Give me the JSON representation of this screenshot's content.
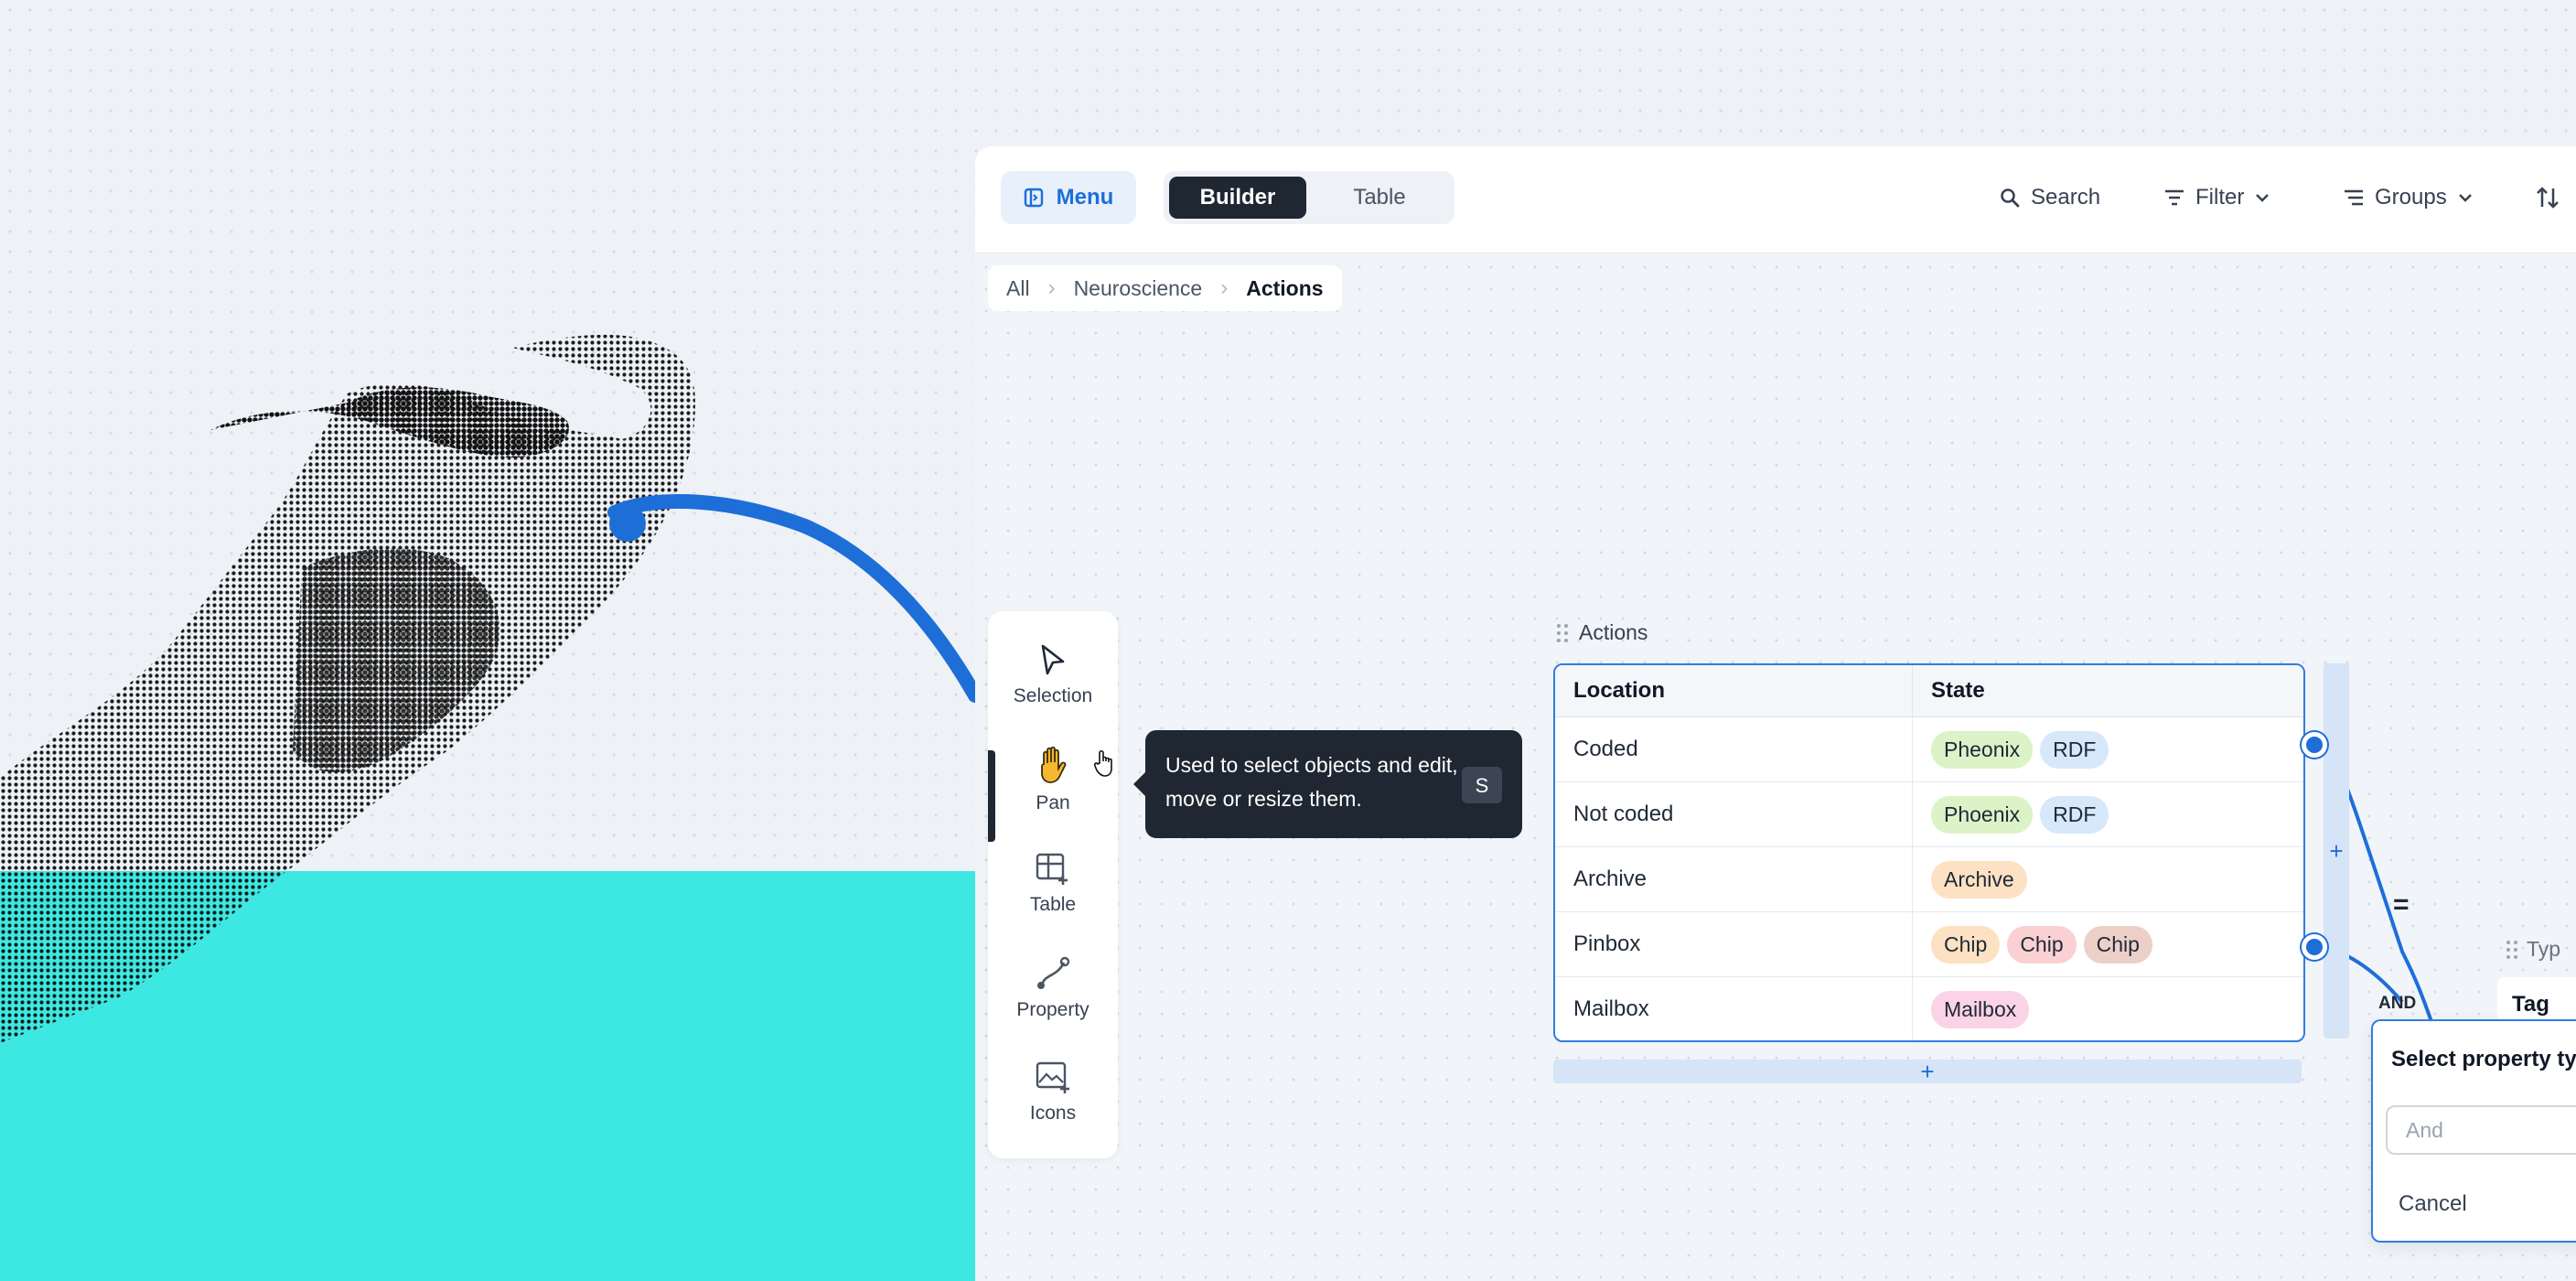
{
  "topbar": {
    "menu_label": "Menu",
    "view_options": [
      "Builder",
      "Table"
    ],
    "active_view": "Builder",
    "search_label": "Search",
    "filter_label": "Filter",
    "groups_label": "Groups"
  },
  "breadcrumb": [
    "All",
    "Neuroscience",
    "Actions"
  ],
  "tools": [
    {
      "label": "Selection",
      "icon": "cursor-arrow-icon"
    },
    {
      "label": "Pan",
      "icon": "hand-icon",
      "active": true
    },
    {
      "label": "Table",
      "icon": "table-plus-icon"
    },
    {
      "label": "Property",
      "icon": "property-curve-icon"
    },
    {
      "label": "Icons",
      "icon": "image-plus-icon"
    }
  ],
  "tooltip": {
    "text": "Used to select objects and edit, move or resize them.",
    "shortcut": "S"
  },
  "table": {
    "title": "Actions",
    "columns": [
      "Location",
      "State"
    ],
    "rows": [
      {
        "location": "Coded",
        "chips": [
          {
            "label": "Pheonix",
            "color": "#dcf2c7"
          },
          {
            "label": "RDF",
            "color": "#d7e8fb"
          }
        ]
      },
      {
        "location": "Not coded",
        "chips": [
          {
            "label": "Phoenix",
            "color": "#dcf2c7"
          },
          {
            "label": "RDF",
            "color": "#d7e8fb"
          }
        ]
      },
      {
        "location": "Archive",
        "chips": [
          {
            "label": "Archive",
            "color": "#fde1c3"
          }
        ]
      },
      {
        "location": "Pinbox",
        "chips": [
          {
            "label": "Chip",
            "color": "#fde1c3"
          },
          {
            "label": "Chip",
            "color": "#fbd0d3"
          },
          {
            "label": "Chip",
            "color": "#ecd0c8"
          }
        ]
      },
      {
        "location": "Mailbox",
        "chips": [
          {
            "label": "Mailbox",
            "color": "#fbd3e6"
          }
        ]
      }
    ]
  },
  "connector": {
    "operator": "=",
    "logic": "AND"
  },
  "type_table": {
    "title": "Typ",
    "header": "Tag"
  },
  "select_popup": {
    "title": "Select property ty",
    "input_placeholder": "And",
    "cancel_label": "Cancel"
  },
  "colors": {
    "accent": "#1e6ed8",
    "teal": "#3ee8e2",
    "dark": "#1f2733"
  }
}
